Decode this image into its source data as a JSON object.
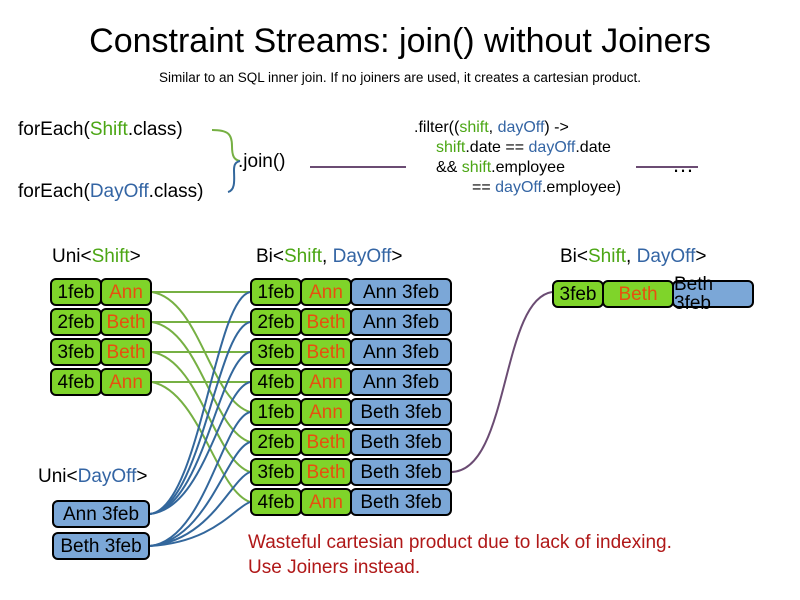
{
  "header": {
    "title": "Constraint Streams: join() without Joiners",
    "subtitle": "Similar to an SQL inner join. If no joiners are used, it creates a cartesian product."
  },
  "code": {
    "for_each_shift": {
      "prefix": "forEach(",
      "type": "Shift",
      "suffix": ".class)"
    },
    "for_each_dayoff": {
      "prefix": "forEach(",
      "type": "DayOff",
      "suffix": ".class)"
    },
    "join_label": ".join()",
    "ellipsis": "…",
    "filter": {
      "line1_a": ".filter((",
      "line1_shift": "shift",
      "line1_comma": ", ",
      "line1_dayoff": "dayOff",
      "line1_b": ") ->",
      "line2_shift": "shift",
      "line2_mid": ".date == ",
      "line2_dayoff": "dayOff",
      "line2_end": ".date",
      "line3_a": "&& ",
      "line3_shift": "shift",
      "line3_end": ".employee",
      "line4_a": "== ",
      "line4_dayoff": "dayOff",
      "line4_end": ".employee)"
    }
  },
  "captions": {
    "uni_shift": {
      "prefix": "Uni<",
      "type": "Shift",
      "suffix": ">"
    },
    "bi_middle": {
      "prefix": "Bi<",
      "type_a": "Shift",
      "sep": ", ",
      "type_b": "DayOff",
      "suffix": ">"
    },
    "bi_right": {
      "prefix": "Bi<",
      "type_a": "Shift",
      "sep": ", ",
      "type_b": "DayOff",
      "suffix": ">"
    },
    "uni_dayoff": {
      "prefix": "Uni<",
      "type": "DayOff",
      "suffix": ">"
    }
  },
  "shifts": [
    {
      "date": "1feb",
      "employee": "Ann"
    },
    {
      "date": "2feb",
      "employee": "Beth"
    },
    {
      "date": "3feb",
      "employee": "Beth"
    },
    {
      "date": "4feb",
      "employee": "Ann"
    }
  ],
  "day_offs": [
    {
      "label": "Ann 3feb"
    },
    {
      "label": "Beth 3feb"
    }
  ],
  "cartesian": [
    {
      "date": "1feb",
      "employee": "Ann",
      "dayoff": "Ann 3feb"
    },
    {
      "date": "2feb",
      "employee": "Beth",
      "dayoff": "Ann 3feb"
    },
    {
      "date": "3feb",
      "employee": "Beth",
      "dayoff": "Ann 3feb"
    },
    {
      "date": "4feb",
      "employee": "Ann",
      "dayoff": "Ann 3feb"
    },
    {
      "date": "1feb",
      "employee": "Ann",
      "dayoff": "Beth 3feb"
    },
    {
      "date": "2feb",
      "employee": "Beth",
      "dayoff": "Beth 3feb"
    },
    {
      "date": "3feb",
      "employee": "Beth",
      "dayoff": "Beth 3feb"
    },
    {
      "date": "4feb",
      "employee": "Ann",
      "dayoff": "Beth 3feb"
    }
  ],
  "result": {
    "date": "3feb",
    "employee": "Beth",
    "dayoff": "Beth 3feb"
  },
  "warning": {
    "line1": "Wasteful cartesian product due to lack of indexing.",
    "line2": "Use Joiners instead."
  },
  "colors": {
    "shift_green": "#7fd42a",
    "dayoff_blue": "#7ba7d7",
    "employee_orange": "#e8500f",
    "type_green": "#4ba614",
    "type_blue": "#3465a4",
    "pipeline_purple": "#6b4c73",
    "warning_red": "#b01818"
  }
}
